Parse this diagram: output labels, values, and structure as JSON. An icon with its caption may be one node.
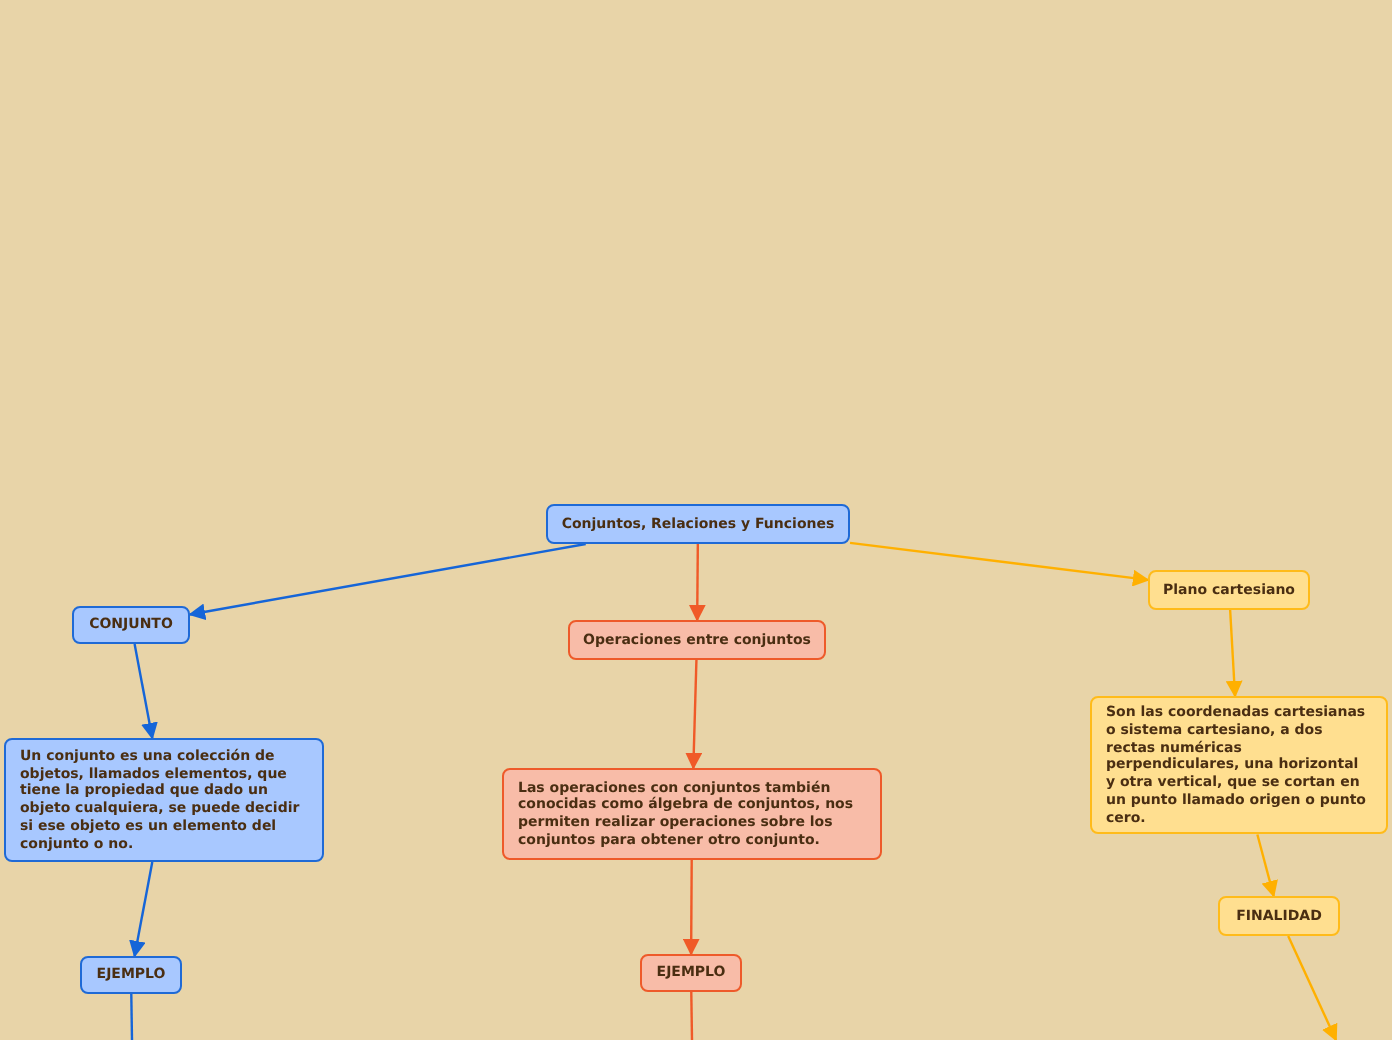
{
  "diagram": {
    "nodes": [
      {
        "text": [
          "Conjuntos, Relaciones y Funciones"
        ]
      },
      {
        "text": [
          "CONJUNTO"
        ]
      },
      {
        "text": [
          "Operaciones entre conjuntos"
        ]
      },
      {
        "text": [
          "Plano cartesiano"
        ]
      },
      {
        "text": [
          "Un conjunto es una colección de objetos, llamados elementos, que tiene la propiedad que dado un objeto cualquiera, se puede decidir si ese objeto es un elemento del conjunto o no."
        ]
      },
      {
        "text": [
          "Las operaciones con conjuntos también conocidas como álgebra de conjuntos, nos permiten realizar operaciones sobre los conjuntos para obtener otro conjunto."
        ]
      },
      {
        "text": [
          "Son las coordenadas cartesianas o sistema cartesiano, a dos rectas numéricas perpendiculares, una horizontal y otra vertical, que se cortan en un punto llamado origen o punto cero."
        ]
      },
      {
        "text": [
          "EJEMPLO"
        ]
      },
      {
        "text": [
          "EJEMPLO"
        ]
      },
      {
        "text": [
          "FINALIDAD"
        ]
      }
    ],
    "edges": [
      {
        "from": 0,
        "to": 1,
        "arrow": "to",
        "color": "#1565d8"
      },
      {
        "from": 0,
        "to": 2,
        "arrow": "to",
        "color": "#f05a28"
      },
      {
        "from": 0,
        "to": 3,
        "arrow": "to",
        "color": "#ffb000"
      },
      {
        "from": 1,
        "to": 4,
        "arrow": "to",
        "color": "#1565d8"
      },
      {
        "from": 2,
        "to": 5,
        "arrow": "to",
        "color": "#f05a28"
      },
      {
        "from": 3,
        "to": 6,
        "arrow": "to",
        "color": "#ffb000"
      },
      {
        "from": 4,
        "to": 7,
        "arrow": "to",
        "color": "#1565d8"
      },
      {
        "from": 5,
        "to": 8,
        "arrow": "to",
        "color": "#f05a28"
      },
      {
        "from": 6,
        "to": 9,
        "arrow": "to",
        "color": "#ffb000"
      },
      {
        "from": 7,
        "to": null,
        "arrow": "none",
        "color": "#1565d8"
      },
      {
        "from": 8,
        "to": null,
        "arrow": "none",
        "color": "#f05a28"
      },
      {
        "from": 9,
        "to": null,
        "arrow": "to",
        "color": "#ffb000"
      }
    ]
  }
}
